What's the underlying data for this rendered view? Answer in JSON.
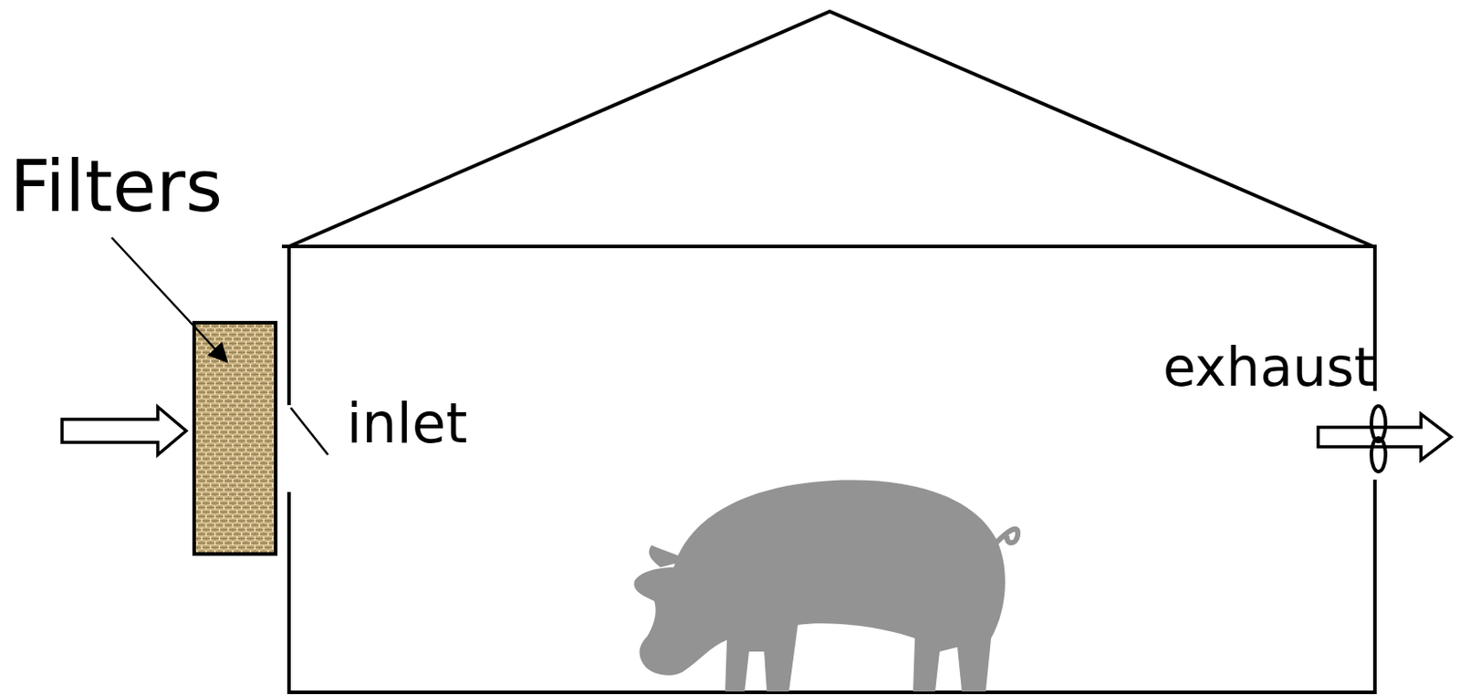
{
  "diagram": {
    "labels": [
      "Filters",
      "inlet",
      "exhaust"
    ]
  }
}
